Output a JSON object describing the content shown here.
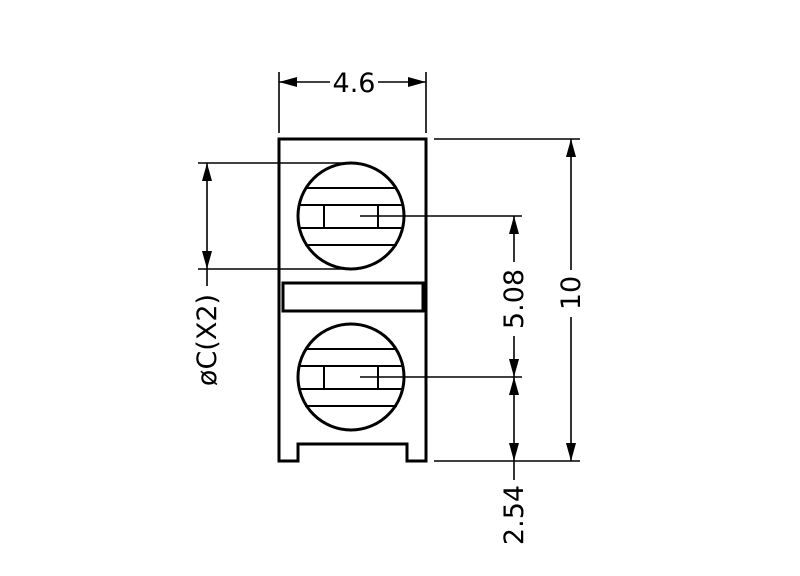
{
  "dimensions": {
    "width": "4.6",
    "height": "10",
    "pitch": "5.08",
    "offset": "2.54",
    "diameter": "øC(X2)"
  }
}
